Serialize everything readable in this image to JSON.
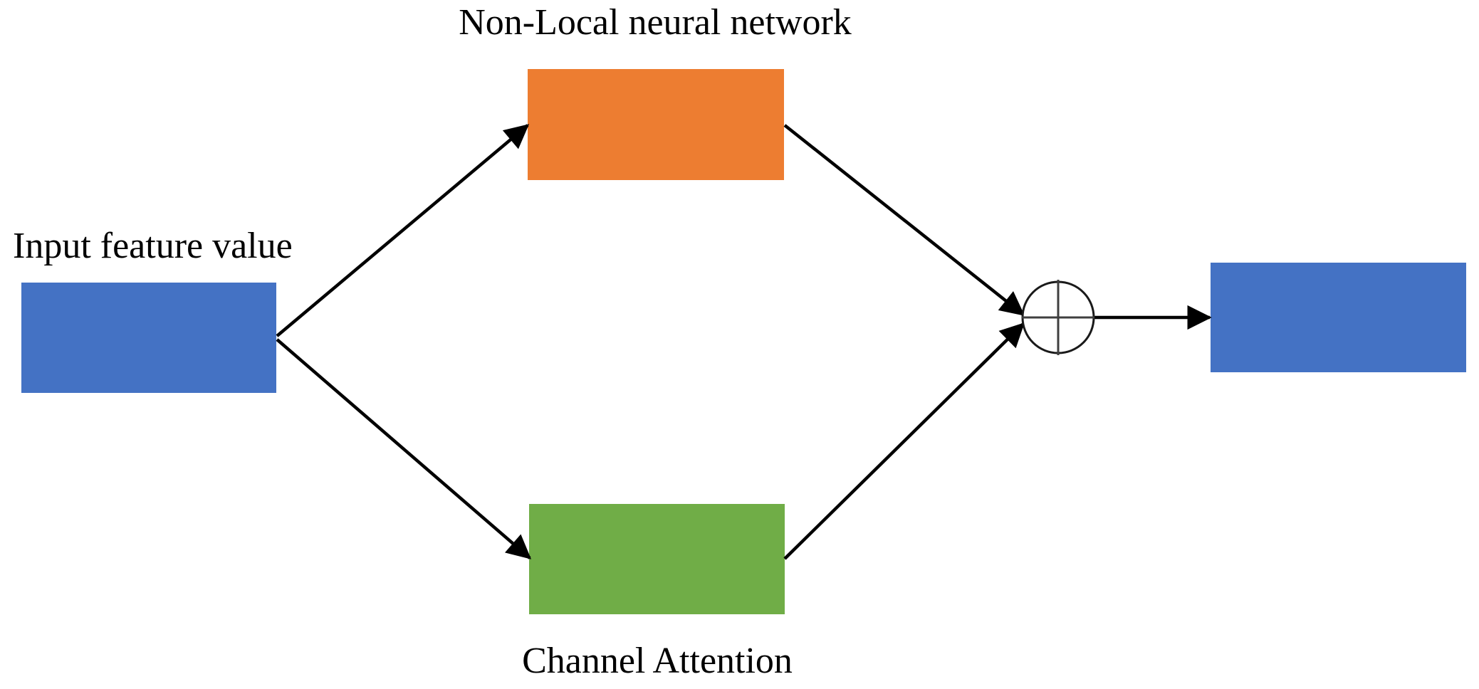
{
  "figure": {
    "type": "flow-diagram",
    "labels": {
      "top": "Non-Local neural network",
      "left": "Input feature value",
      "bottom": "Channel Attention"
    },
    "nodes": {
      "input": {
        "label": "Input feature value",
        "color": "#4472C4"
      },
      "nonlocal": {
        "label": "Non-Local neural network",
        "color": "#ED7D31"
      },
      "channel": {
        "label": "Channel Attention",
        "color": "#70AD47"
      },
      "output": {
        "color": "#4472C4"
      }
    },
    "operator": {
      "symbol": "⊕"
    },
    "edges": [
      {
        "from": "input",
        "to": "nonlocal"
      },
      {
        "from": "input",
        "to": "channel"
      },
      {
        "from": "nonlocal",
        "to": "sum-operator"
      },
      {
        "from": "channel",
        "to": "sum-operator"
      },
      {
        "from": "sum-operator",
        "to": "output"
      }
    ],
    "colors": {
      "arrow": "#000000",
      "text": "#000000",
      "background": "#ffffff"
    }
  }
}
